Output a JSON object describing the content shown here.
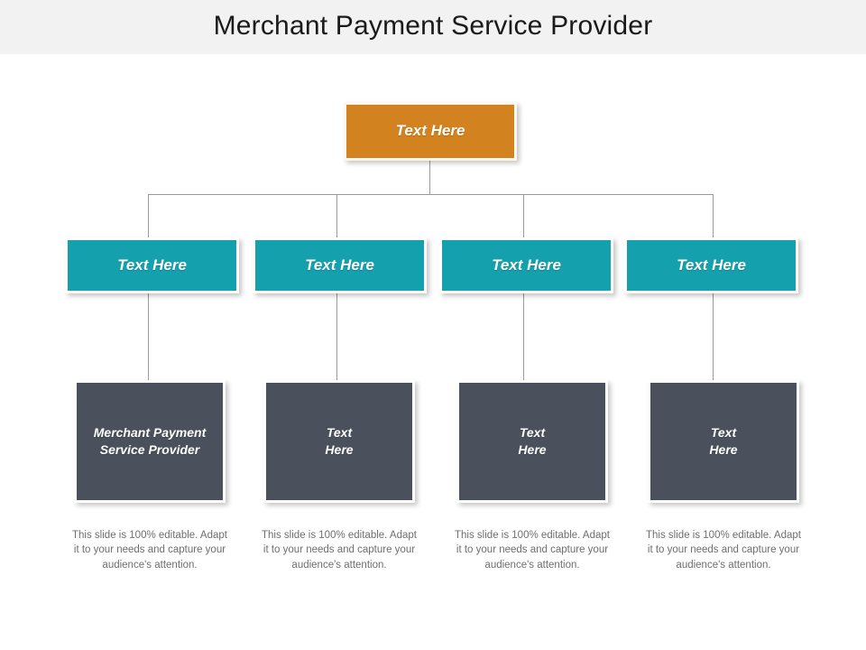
{
  "header": {
    "title": "Merchant Payment Service Provider",
    "band_color": "#f2f2f2",
    "title_color": "#1a1a1a"
  },
  "colors": {
    "orange": "#d2821e",
    "teal": "#14a0ad",
    "dark": "#4a515c",
    "connector": "#9a9a9a",
    "caption_text": "#6e6e6e",
    "node_text": "#ffffff",
    "background": "#ffffff"
  },
  "diagram": {
    "type": "org-chart",
    "root": {
      "label": "Text Here"
    },
    "level_two": [
      {
        "label": "Text Here"
      },
      {
        "label": "Text Here"
      },
      {
        "label": "Text Here"
      },
      {
        "label": "Text Here"
      }
    ],
    "level_three": [
      {
        "line1": "Merchant Payment",
        "line2": "Service Provider"
      },
      {
        "line1": "Text",
        "line2": "Here"
      },
      {
        "line1": "Text",
        "line2": "Here"
      },
      {
        "line1": "Text",
        "line2": "Here"
      }
    ],
    "captions": [
      "This slide is 100% editable. Adapt it to your needs and capture your audience's attention.",
      "This slide is 100% editable. Adapt it to your needs and capture your audience's attention.",
      "This slide is 100% editable. Adapt it to your needs and capture your audience's attention.",
      "This slide is 100% editable. Adapt it to your needs and capture your audience's attention."
    ]
  }
}
